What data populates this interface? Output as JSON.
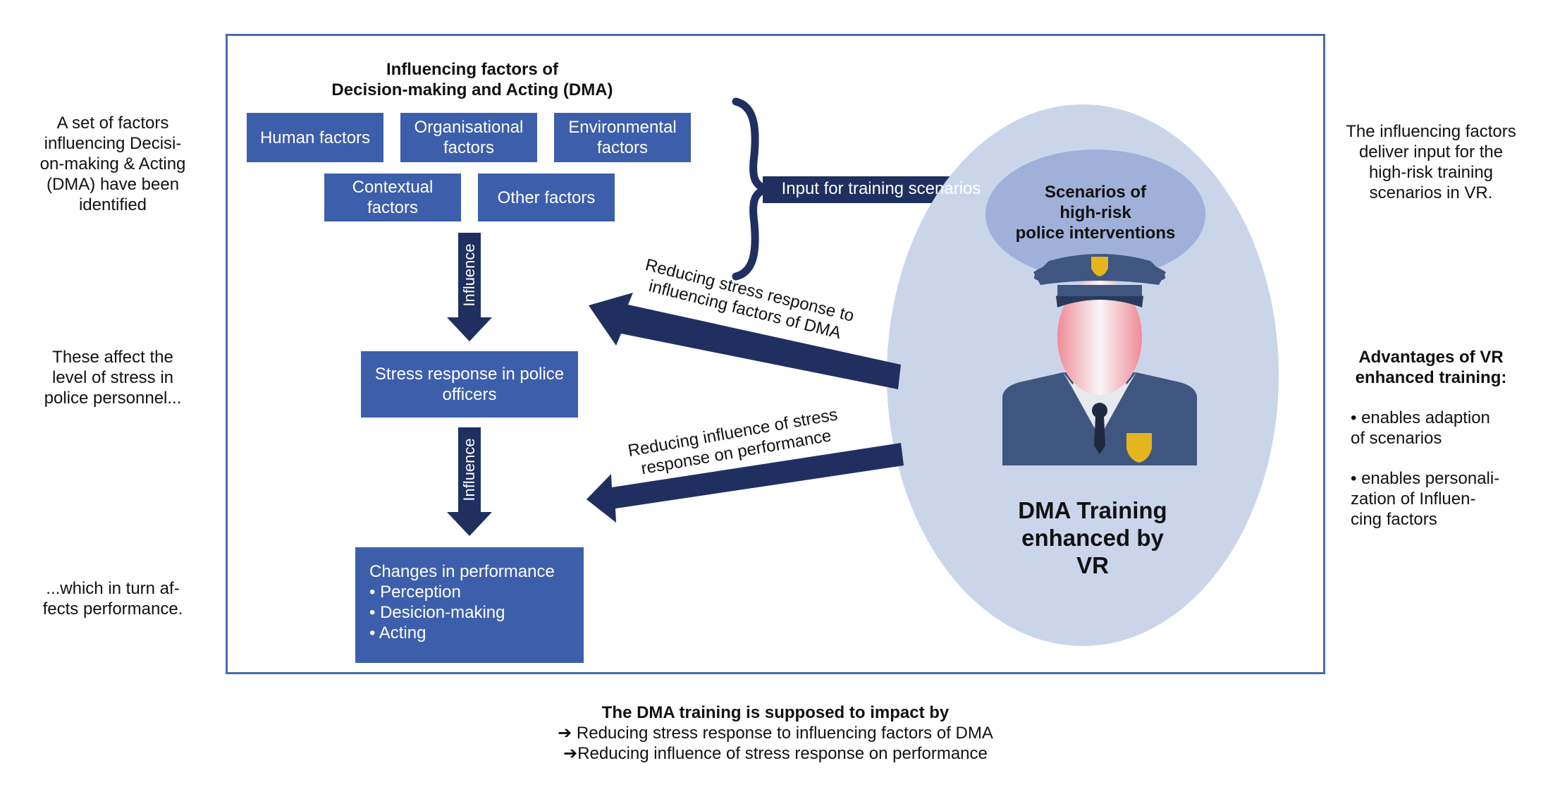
{
  "left_notes": {
    "note1": [
      "A set of factors",
      "influencing Decisi-",
      "on-making & Acting",
      "(DMA) have been",
      "identified"
    ],
    "note2": [
      "These affect the",
      "level of stress in",
      "police personnel..."
    ],
    "note3": [
      "...which in turn af-",
      "fects performance."
    ]
  },
  "right_notes": {
    "note1": [
      "The influencing factors",
      "deliver input for the",
      "high-risk training",
      "scenarios in VR."
    ],
    "advantages_title": [
      "Advantages of VR",
      "enhanced training:"
    ],
    "advantage1": [
      "• enables adaption",
      "of scenarios"
    ],
    "advantage2": [
      "• enables personali-",
      "zation of Influen-",
      "cing factors"
    ]
  },
  "factors_heading": [
    "Influencing factors of",
    "Decision-making and Acting (DMA)"
  ],
  "factors": {
    "human": [
      "Human factors"
    ],
    "organisational": [
      "Organisational",
      "factors"
    ],
    "environmental": [
      "Environmental",
      "factors"
    ],
    "contextual": [
      "Contextual",
      "factors"
    ],
    "other": [
      "Other factors"
    ]
  },
  "influence_label": "Influence",
  "stress_box": [
    "Stress response in police",
    "officers"
  ],
  "performance_box": {
    "title": "Changes in performance",
    "items": [
      "• Perception",
      "• Desicion-making",
      "• Acting"
    ]
  },
  "input_arrow_label": "Input for training scenarios",
  "arrow_label_stress": [
    "Reducing stress response to",
    "influencing factors of DMA"
  ],
  "arrow_label_performance": [
    "Reducing influence of stress",
    "response on performance"
  ],
  "scenario_label": [
    "Scenarios of",
    "high-risk",
    "police interventions"
  ],
  "dma_training_label": [
    "DMA Training",
    "enhanced by",
    "VR"
  ],
  "bottom": {
    "title": "The DMA training is supposed to impact by",
    "line1": "➔ Reducing stress response to influencing factors of DMA",
    "line2": "➔Reducing influence of stress response on performance"
  },
  "colors": {
    "box_fill": "#3d5fab",
    "arrow_fill": "#1f3060",
    "frame": "#4a6aac",
    "ellipse": "#cbd5ea",
    "scenario_cloud": "#9fb1d9",
    "badge": "#e4b51e",
    "uniform": "#3f5780"
  }
}
